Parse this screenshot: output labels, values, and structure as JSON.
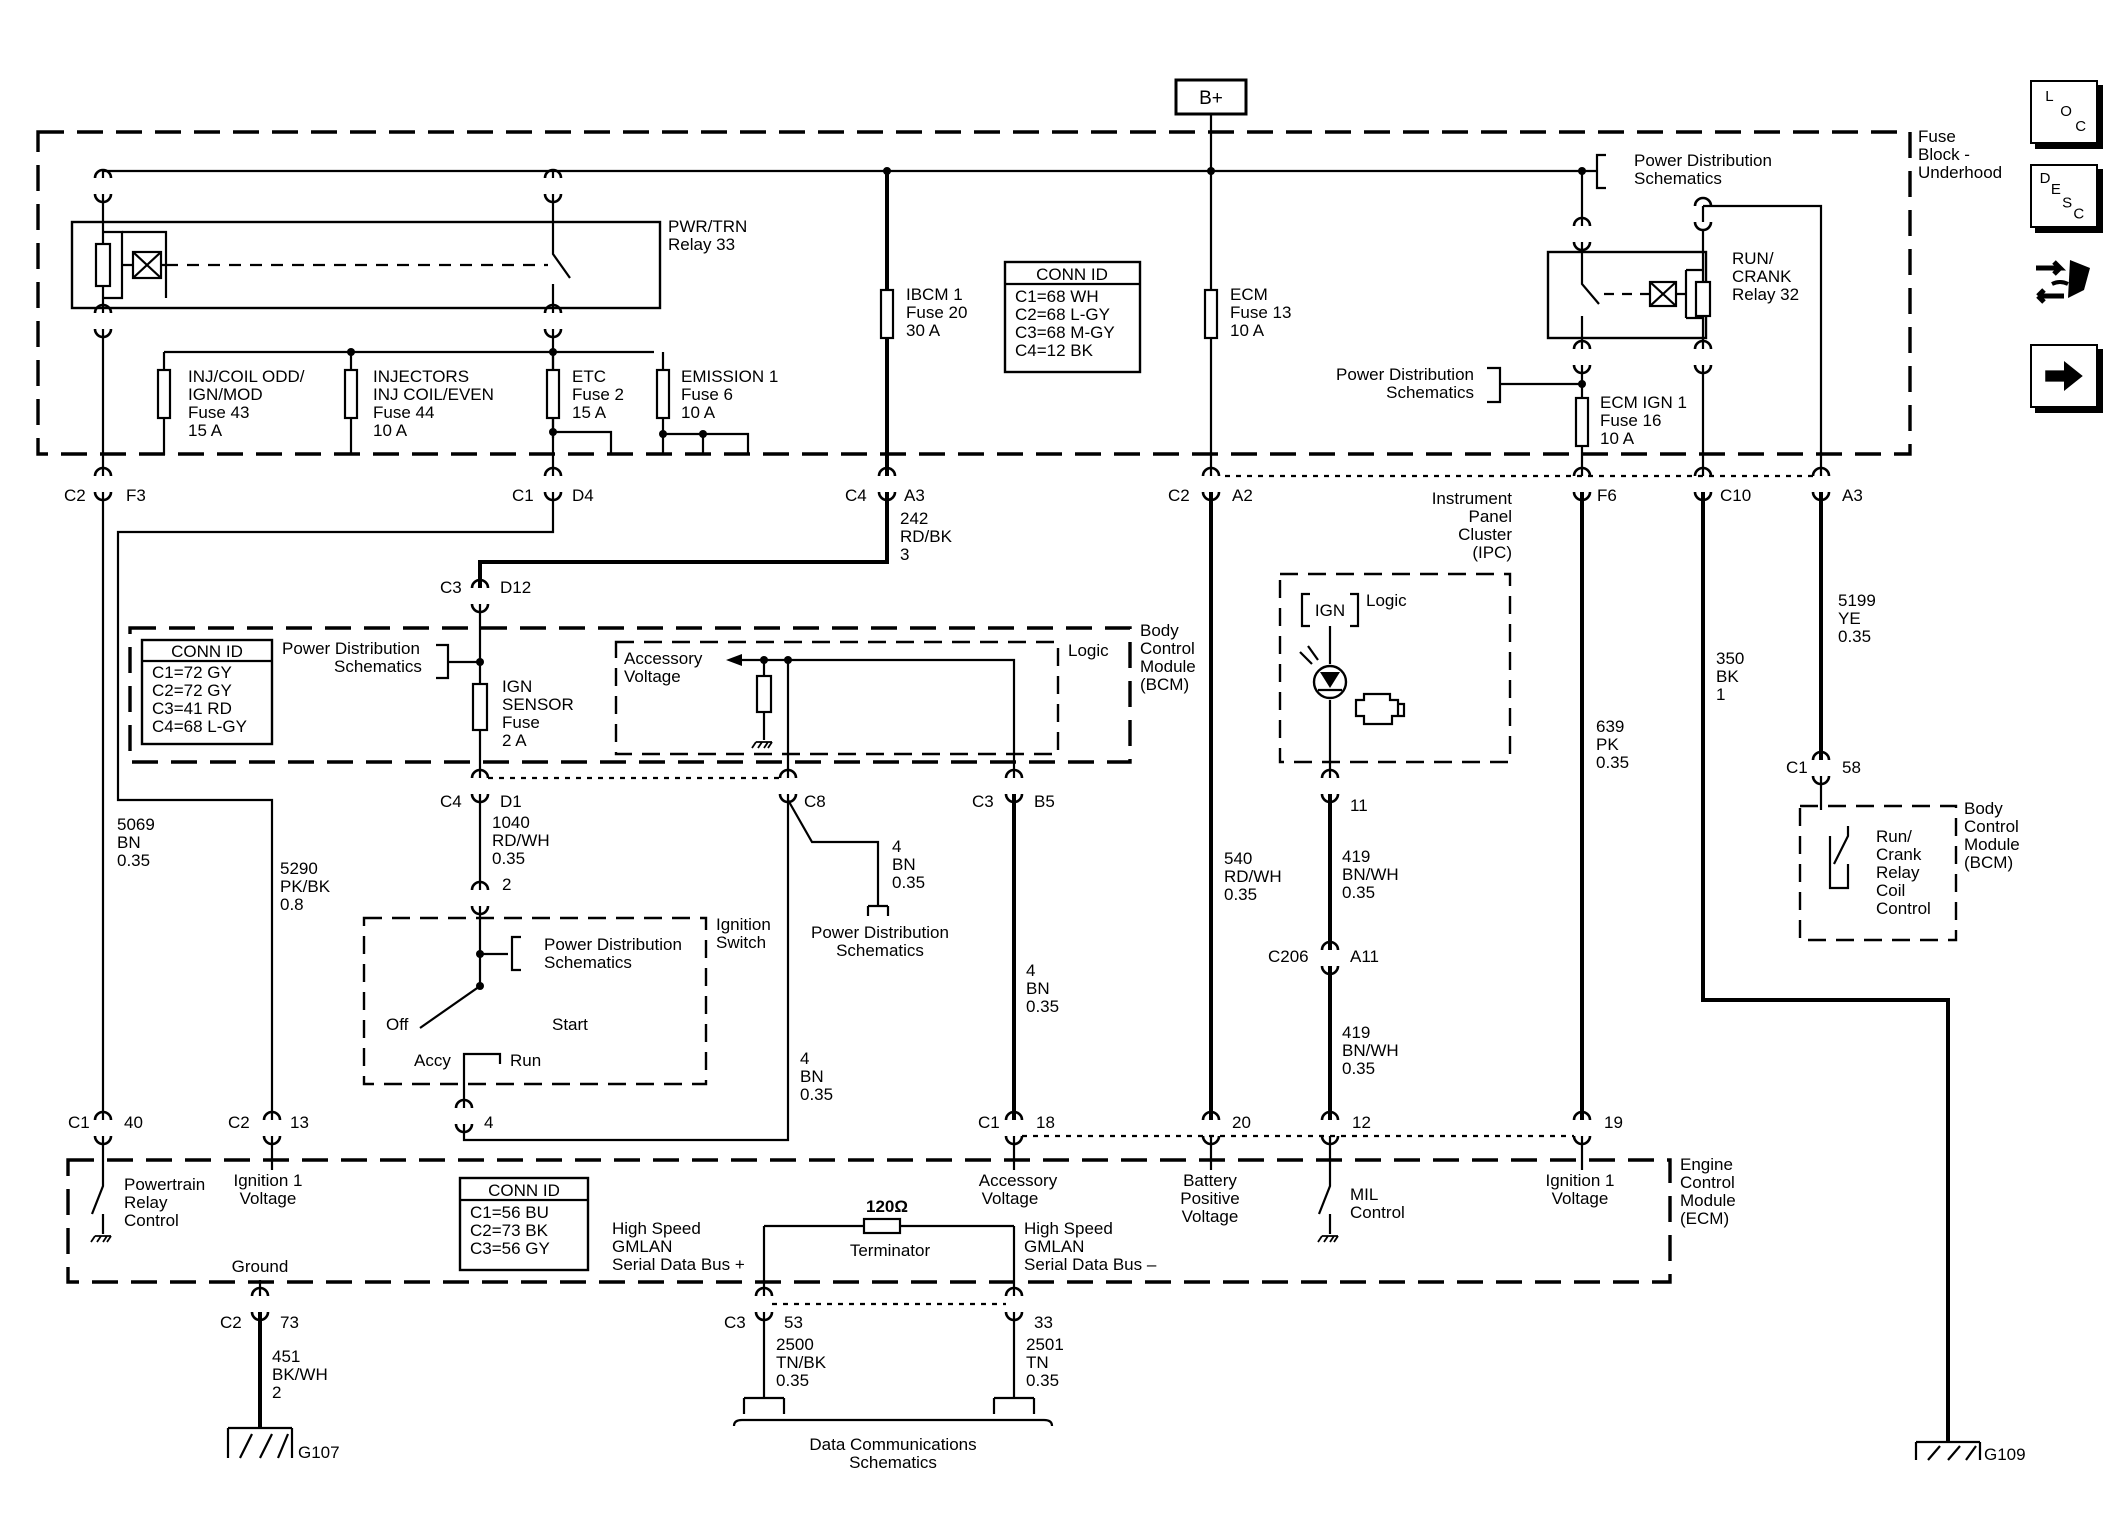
{
  "power_source": {
    "label": "B+"
  },
  "fuse_block": {
    "title": [
      "Fuse",
      "Block -",
      "Underhood"
    ]
  },
  "power_distribution": {
    "label": [
      "Power Distribution",
      "Schematics"
    ]
  },
  "relays": {
    "pwr_trn": [
      "PWR/TRN",
      "Relay 33"
    ],
    "run_crank": [
      "RUN/",
      "CRANK",
      "Relay 32"
    ]
  },
  "fuses": {
    "inj_coil_odd": [
      "INJ/COIL ODD/",
      "IGN/MOD",
      "Fuse 43",
      "15 A"
    ],
    "injectors": [
      "INJECTORS",
      "INJ COIL/EVEN",
      "Fuse 44",
      "10 A"
    ],
    "etc": [
      "ETC",
      "Fuse 2",
      "15 A"
    ],
    "emission": [
      "EMISSION 1",
      "Fuse 6",
      "10 A"
    ],
    "ibcm": [
      "IBCM 1",
      "Fuse 20",
      "30 A"
    ],
    "ecm": [
      "ECM",
      "Fuse 13",
      "10 A"
    ],
    "ecm_ign": [
      "ECM IGN 1",
      "Fuse 16",
      "10 A"
    ],
    "ign_sensor": [
      "IGN",
      "SENSOR",
      "Fuse",
      "2 A"
    ]
  },
  "conn_tables": {
    "fuse_block": {
      "title": "CONN ID",
      "rows": [
        "C1=68 WH",
        "C2=68 L-GY",
        "C3=68 M-GY",
        "C4=12 BK"
      ]
    },
    "bcm": {
      "title": "CONN ID",
      "rows": [
        "C1=72 GY",
        "C2=72 GY",
        "C3=41 RD",
        "C4=68 L-GY"
      ]
    },
    "ecm": {
      "title": "CONN ID",
      "rows": [
        "C1=56 BU",
        "C2=73 BK",
        "C3=56 GY"
      ]
    }
  },
  "connectors": {
    "c2_f3": [
      "C2",
      "F3"
    ],
    "c1_d4": [
      "C1",
      "D4"
    ],
    "c4_a3": [
      "C4",
      "A3"
    ],
    "c2_a2": [
      "C2",
      "A2"
    ],
    "f6": "F6",
    "c10": "C10",
    "a3": "A3",
    "c3_d12": [
      "C3",
      "D12"
    ],
    "c4_d1": [
      "C4",
      "D1"
    ],
    "c8": "C8",
    "c3_b5": [
      "C3",
      "B5"
    ],
    "ign_2": "2",
    "ign_4": "4",
    "ipc_11": "11",
    "c206": [
      "C206",
      "A11"
    ],
    "bcm2_c1_58": [
      "C1",
      "58"
    ],
    "ecm_c1_40": [
      "C1",
      "40"
    ],
    "ecm_c2_13": [
      "C2",
      "13"
    ],
    "ecm_c1_18": [
      "C1",
      "18"
    ],
    "ecm_20": "20",
    "ecm_12": "12",
    "ecm_19": "19",
    "ecm_c2_73": [
      "C2",
      "73"
    ],
    "ecm_c3_53": [
      "C3",
      "53"
    ],
    "ecm_33": "33"
  },
  "wires": {
    "w242": [
      "242",
      "RD/BK",
      "3"
    ],
    "w5069": [
      "5069",
      "BN",
      "0.35"
    ],
    "w5290": [
      "5290",
      "PK/BK",
      "0.8"
    ],
    "w1040": [
      "1040",
      "RD/WH",
      "0.35"
    ],
    "w4_a": [
      "4",
      "BN",
      "0.35"
    ],
    "w4_b": [
      "4",
      "BN",
      "0.35"
    ],
    "w4_c": [
      "4",
      "BN",
      "0.35"
    ],
    "w540": [
      "540",
      "RD/WH",
      "0.35"
    ],
    "w419_a": [
      "419",
      "BN/WH",
      "0.35"
    ],
    "w419_b": [
      "419",
      "BN/WH",
      "0.35"
    ],
    "w639": [
      "639",
      "PK",
      "0.35"
    ],
    "w350": [
      "350",
      "BK",
      "1"
    ],
    "w5199": [
      "5199",
      "YE",
      "0.35"
    ],
    "w451": [
      "451",
      "BK/WH",
      "2"
    ],
    "w2500": [
      "2500",
      "TN/BK",
      "0.35"
    ],
    "w2501": [
      "2501",
      "TN",
      "0.35"
    ]
  },
  "bcm": {
    "title": [
      "Body",
      "Control",
      "Module",
      "(BCM)"
    ],
    "logic": "Logic",
    "accessory_voltage": [
      "Accessory",
      "Voltage"
    ],
    "coil_control": [
      "Run/",
      "Crank",
      "Relay",
      "Coil",
      "Control"
    ]
  },
  "ipc": {
    "title": [
      "Instrument",
      "Panel",
      "Cluster",
      "(IPC)"
    ],
    "logic": "Logic",
    "ign": "IGN"
  },
  "ignition_switch": {
    "title": [
      "Ignition",
      "Switch"
    ],
    "off": "Off",
    "accy": "Accy",
    "run": "Run",
    "start": "Start"
  },
  "ecm": {
    "title": [
      "Engine",
      "Control",
      "Module",
      "(ECM)"
    ],
    "powertrain_relay": [
      "Powertrain",
      "Relay",
      "Control"
    ],
    "ignition1_a": [
      "Ignition 1",
      "Voltage"
    ],
    "accessory": [
      "Accessory",
      "Voltage"
    ],
    "battery": [
      "Battery",
      "Positive",
      "Voltage"
    ],
    "mil": [
      "MIL",
      "Control"
    ],
    "ignition1_b": [
      "Ignition 1",
      "Voltage"
    ],
    "ground": "Ground",
    "hs_plus": [
      "High Speed",
      "GMLAN",
      "Serial Data Bus +"
    ],
    "hs_minus": [
      "High Speed",
      "GMLAN",
      "Serial Data Bus –"
    ],
    "terminator": "Terminator",
    "resistance": "120Ω"
  },
  "data_comm": [
    "Data Communications",
    "Schematics"
  ],
  "grounds": {
    "g107": "G107",
    "g109": "G109"
  },
  "nav": {
    "loc": [
      "L",
      "O",
      "C"
    ],
    "desc": [
      "D",
      "E",
      "S",
      "C"
    ],
    "icons": [
      "connector-views-icon",
      "next-page-arrow-icon"
    ]
  }
}
